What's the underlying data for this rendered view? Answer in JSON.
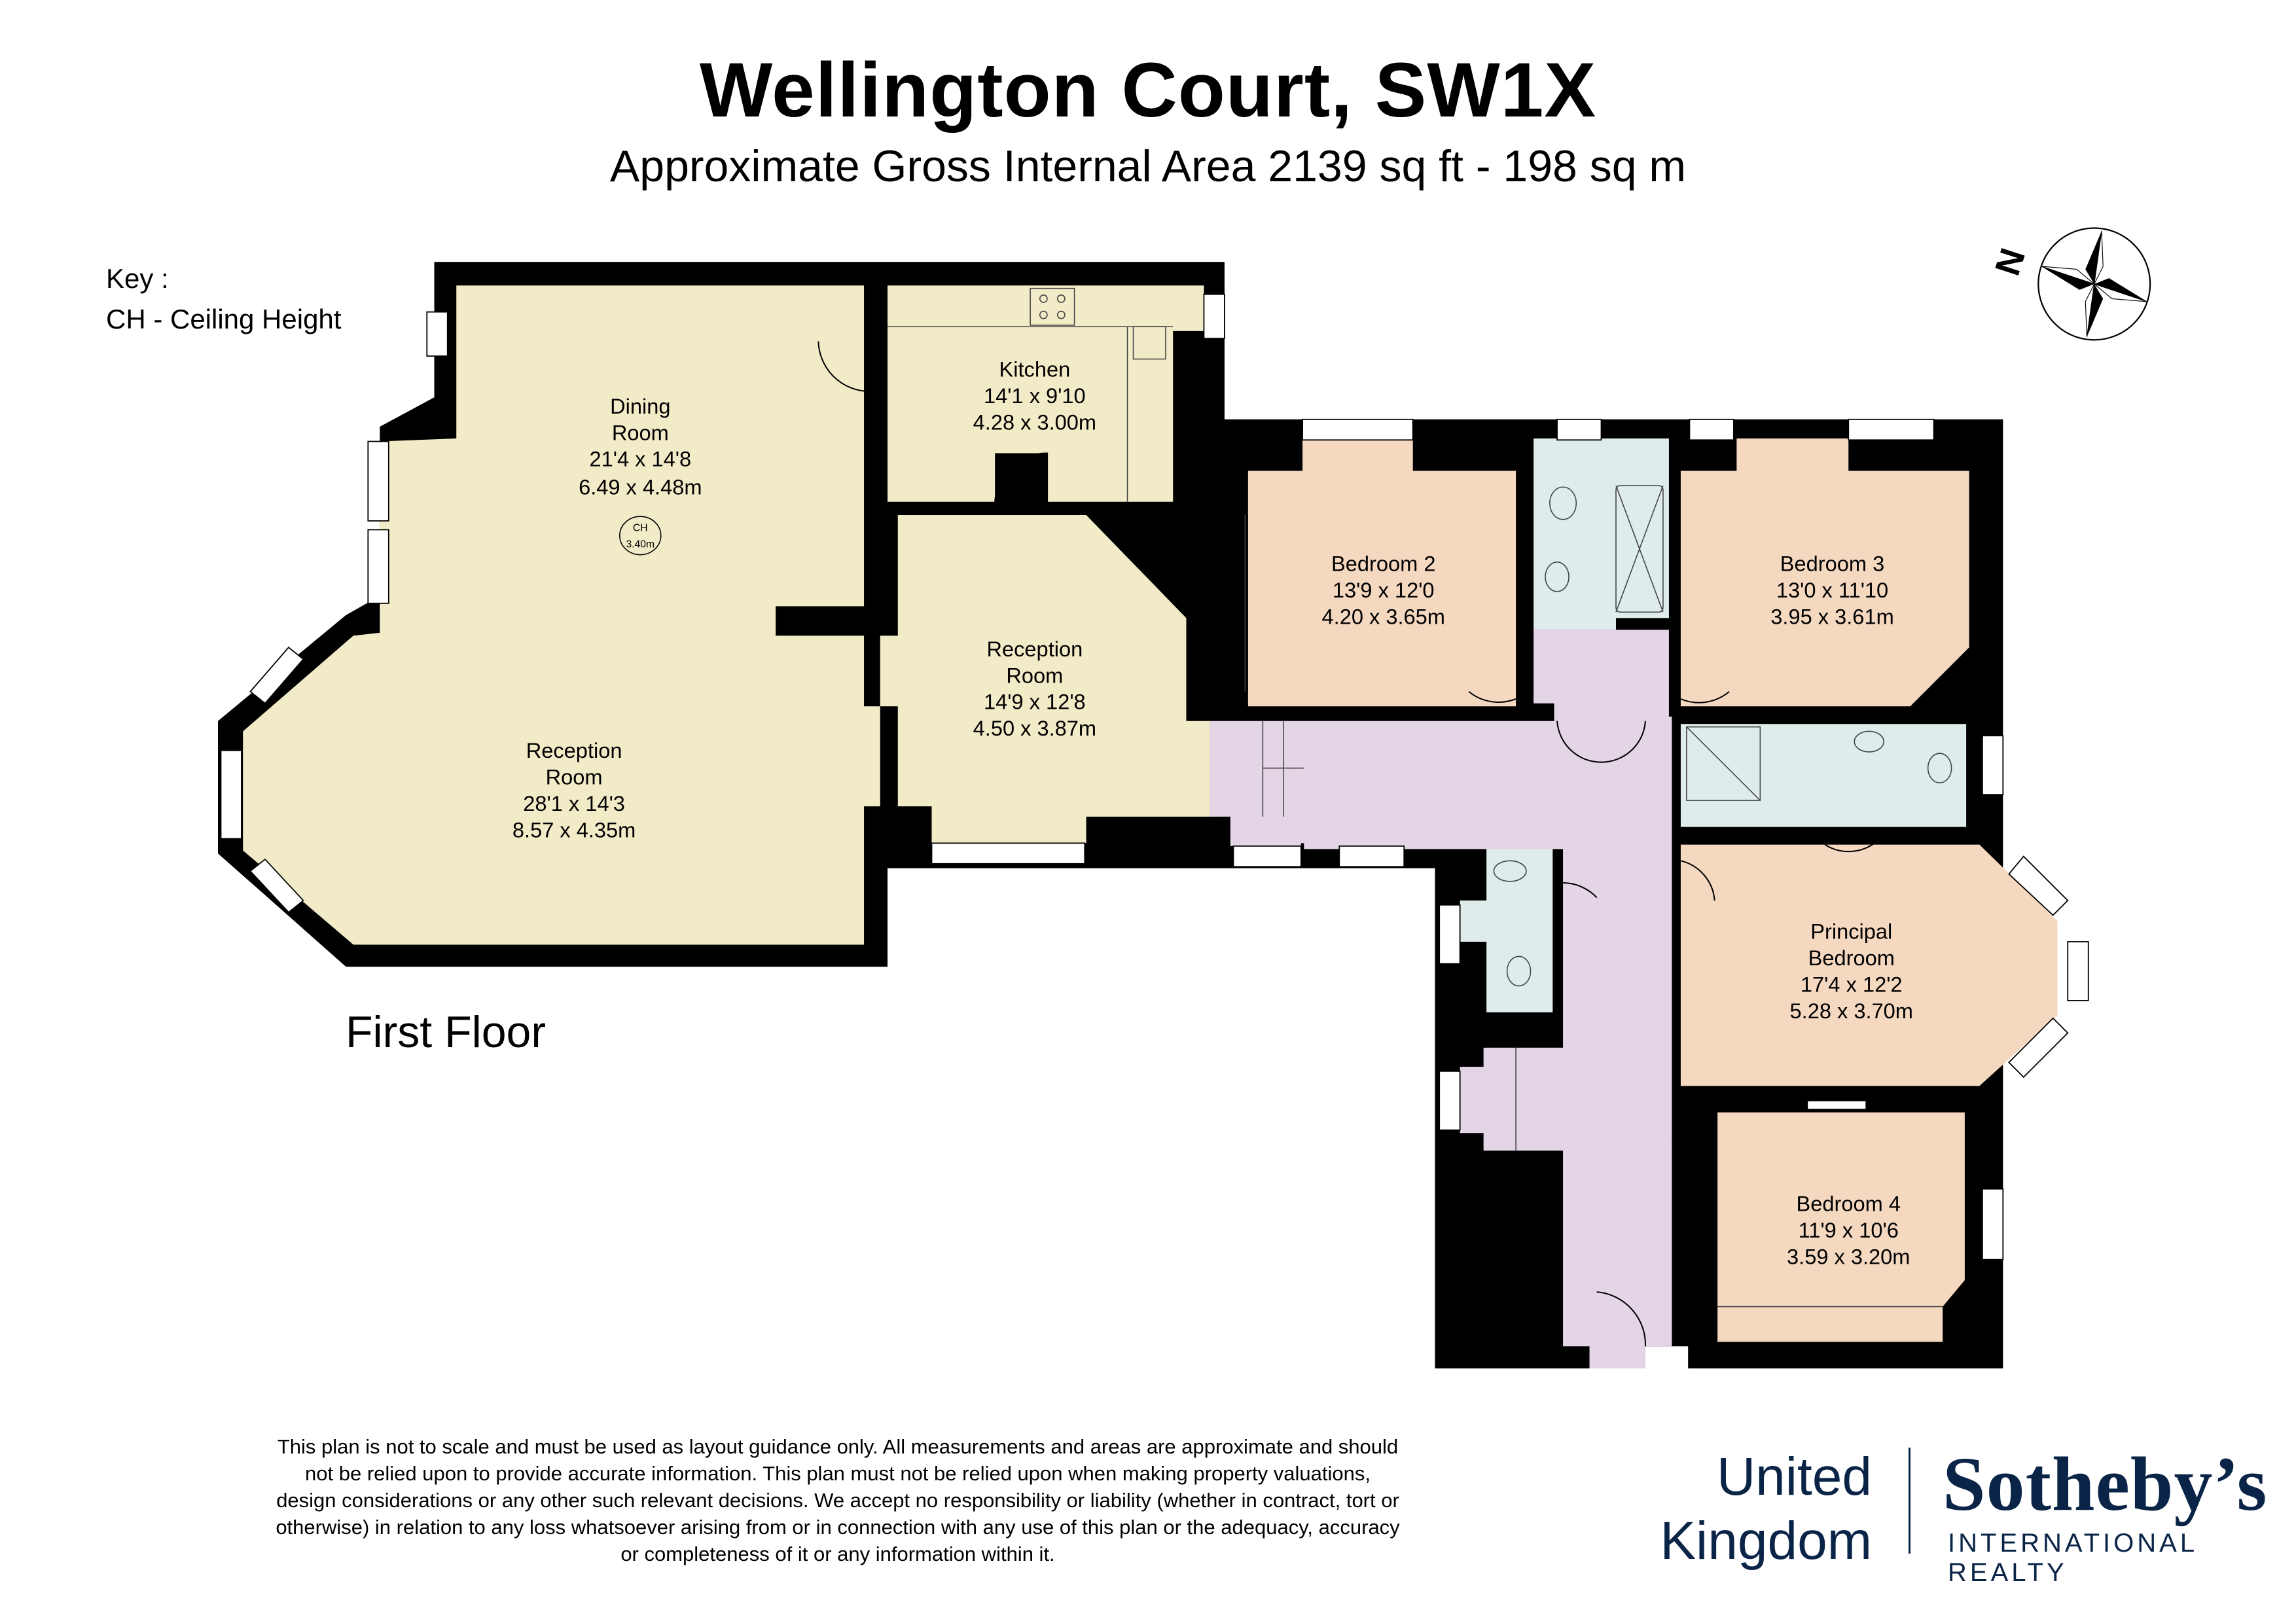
{
  "header": {
    "title": "Wellington Court, SW1X",
    "subtitle": "Approximate Gross Internal Area 2139 sq ft - 198 sq m"
  },
  "key": {
    "heading": "Key :",
    "items": [
      "CH - Ceiling Height"
    ]
  },
  "compass": {
    "label": "N",
    "icon": "compass-rose-icon"
  },
  "floor": {
    "label": "First Floor"
  },
  "colors": {
    "reception": "#f2ebc8",
    "bedroom": "#f5d8c0",
    "bathroom": "#deecec",
    "hallway": "#e3d4e6",
    "wall": "#000000",
    "brand": "#0a2447"
  },
  "rooms": [
    {
      "name_lines": [
        "Dining",
        "Room"
      ],
      "imperial": "21'4 x 14'8",
      "metric": "6.49 x 4.48m"
    },
    {
      "name_lines": [
        "Kitchen"
      ],
      "imperial": "14'1 x 9'10",
      "metric": "4.28 x 3.00m"
    },
    {
      "name_lines": [
        "Reception",
        "Room"
      ],
      "imperial": "14'9 x 12'8",
      "metric": "4.50 x 3.87m"
    },
    {
      "name_lines": [
        "Reception",
        "Room"
      ],
      "imperial": "28'1 x 14'3",
      "metric": "8.57 x 4.35m"
    },
    {
      "name_lines": [
        "Bedroom 2"
      ],
      "imperial": "13'9 x 12'0",
      "metric": "4.20 x 3.65m"
    },
    {
      "name_lines": [
        "Bedroom 3"
      ],
      "imperial": "13'0 x 11'10",
      "metric": "3.95 x 3.61m"
    },
    {
      "name_lines": [
        "Principal",
        "Bedroom"
      ],
      "imperial": "17'4 x 12'2",
      "metric": "5.28 x 3.70m"
    },
    {
      "name_lines": [
        "Bedroom 4"
      ],
      "imperial": "11'9 x 10'6",
      "metric": "3.59 x 3.20m"
    }
  ],
  "ceiling_marker": {
    "label": "CH",
    "value": "3.40m"
  },
  "disclaimer": [
    "This plan is not to scale and must be used as layout guidance only. All measurements and areas are approximate and should",
    "not be relied upon to provide accurate information. This plan must not be relied upon when making property valuations,",
    "design considerations or any other such relevant decisions. We accept no responsibility or liability (whether in contract, tort or",
    "otherwise) in relation to any loss whatsoever arising from or in connection with any use of this plan or the adequacy, accuracy",
    "or completeness of it or any information within it."
  ],
  "logo": {
    "region_line1": "United",
    "region_line2": "Kingdom",
    "brand": "Sotheby’s",
    "brand_sub": "INTERNATIONAL REALTY"
  }
}
